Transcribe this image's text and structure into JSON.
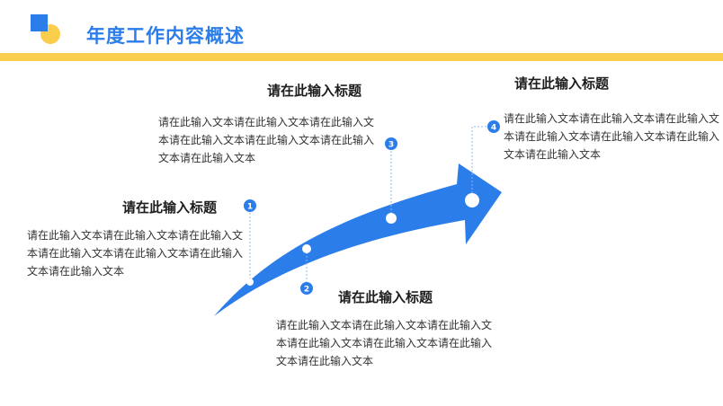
{
  "header": {
    "title": "年度工作内容概述",
    "accent_color": "#2b7de9",
    "bar_color": "#fbcd4c"
  },
  "timeline": {
    "arrow_color": "#2b7de9",
    "items": [
      {
        "number": "1",
        "title": "请在此输入标题",
        "text": "请在此输入文本请在此输入文本请在此输入文本请在此输入文本请在此输入文本请在此输入文本请在此输入文本"
      },
      {
        "number": "2",
        "title": "请在此输入标题",
        "text": "请在此输入文本请在此输入文本请在此输入文本请在此输入文本请在此输入文本请在此输入文本请在此输入文本"
      },
      {
        "number": "3",
        "title": "请在此输入标题",
        "text": "请在此输入文本请在此输入文本请在此输入文本请在此输入文本请在此输入文本请在此输入文本请在此输入文本"
      },
      {
        "number": "4",
        "title": "请在此输入标题",
        "text": "请在此输入文本请在此输入文本请在此输入文本请在此输入文本请在此输入文本请在此输入文本请在此输入文本"
      }
    ]
  }
}
